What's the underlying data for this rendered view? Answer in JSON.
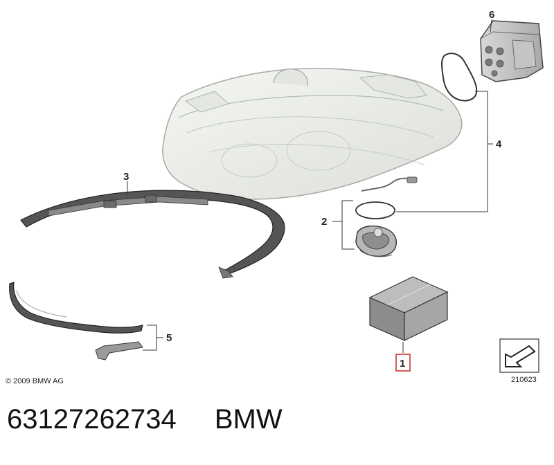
{
  "callouts": {
    "part1": "1",
    "part2": "2",
    "part3": "3",
    "part4": "4",
    "part5": "5",
    "part6": "6"
  },
  "copyright": "© 2009 BMW AG",
  "diagram_code": "210623",
  "part_number": "63127262734",
  "brand": "BMW",
  "colors": {
    "highlight_box": "#cc3333",
    "outline": "#333333",
    "headlight_fill": "#e9ece7",
    "bracket_fill": "#4a4a4a",
    "box_fill": "#8c8c8c"
  }
}
